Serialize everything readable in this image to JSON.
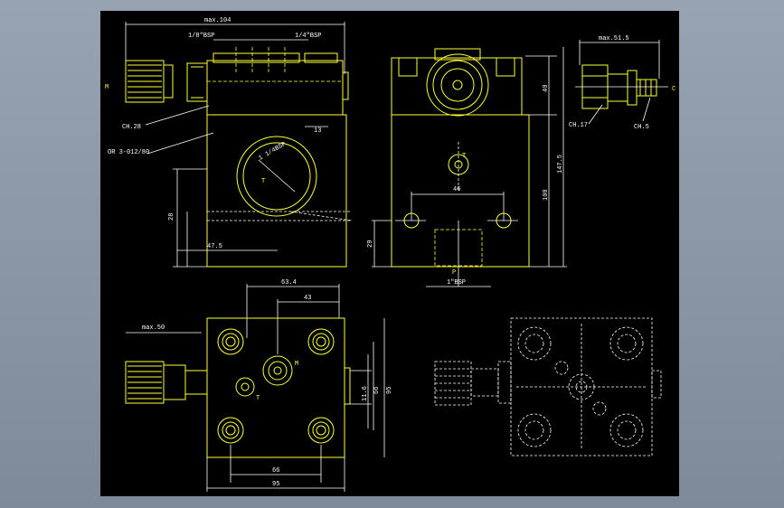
{
  "drawing": {
    "front_view": {
      "dim_top_total": "max.104",
      "port_left": "1/8\"BSP",
      "port_right": "1/4\"BSP",
      "label_left_ch": "CH.28",
      "label_oring": "OR 3-012/80",
      "side_letter": "M",
      "port_circle_label": "1 1/4BSP",
      "port_letter": "T",
      "dim_13": "13",
      "dim_47_5": "47.5",
      "dim_28": "28"
    },
    "side_view": {
      "dim_40": "40",
      "dim_100": "100",
      "dim_147_5": "147.5",
      "dim_46": "46",
      "dim_29": "29",
      "port_letter": "P",
      "port_bottom": "1\"BSP",
      "port_top_letter": "T"
    },
    "detail_view": {
      "dim_max": "max.51.5",
      "ch_17": "CH.17",
      "ch_5": "CH.5",
      "side_letter": "C"
    },
    "top_view": {
      "dim_63_4": "63.4",
      "dim_43": "43",
      "dim_max": "max.50",
      "letter_m": "M",
      "letter_t": "T",
      "dim_66": "66",
      "dim_95": "95",
      "dim_11_6": "11.6",
      "dim_66b": "66",
      "dim_95b": "95"
    }
  }
}
